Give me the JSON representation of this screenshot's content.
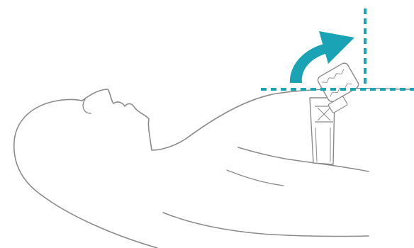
{
  "illustration": {
    "subject": "person-lying-supine",
    "device": "sensor-strap-on-chest",
    "motion_indicator": "curved-arrow-up-right",
    "reference_lines": [
      "horizontal-dashed",
      "vertical-dashed"
    ]
  },
  "colors": {
    "outline": "#8b8b8b",
    "accent": "#1aa3b5",
    "background": "#ffffff"
  }
}
